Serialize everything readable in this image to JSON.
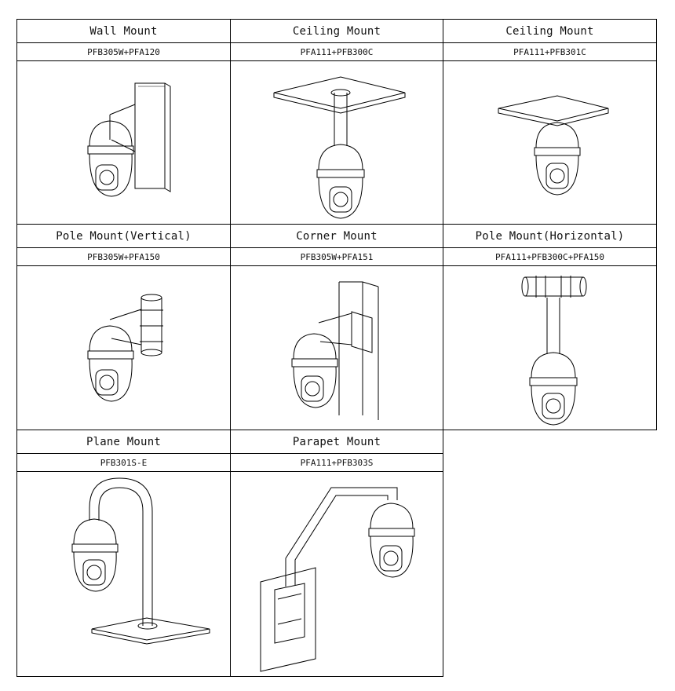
{
  "mounts": [
    {
      "title": "Wall Mount",
      "model": "PFB305W+PFA120",
      "illustration": "wall-mount"
    },
    {
      "title": "Ceiling Mount",
      "model": "PFA111+PFB300C",
      "illustration": "ceiling-mount-pendant"
    },
    {
      "title": "Ceiling Mount",
      "model": "PFA111+PFB301C",
      "illustration": "ceiling-mount-flush"
    },
    {
      "title": "Pole Mount(Vertical)",
      "model": "PFB305W+PFA150",
      "illustration": "pole-mount-vertical"
    },
    {
      "title": "Corner Mount",
      "model": "PFB305W+PFA151",
      "illustration": "corner-mount"
    },
    {
      "title": "Pole Mount(Horizontal)",
      "model": "PFA111+PFB300C+PFA150",
      "illustration": "pole-mount-horizontal"
    },
    {
      "title": "Plane Mount",
      "model": "PFB301S-E",
      "illustration": "plane-mount"
    },
    {
      "title": "Parapet Mount",
      "model": "PFA111+PFB303S",
      "illustration": "parapet-mount"
    }
  ]
}
